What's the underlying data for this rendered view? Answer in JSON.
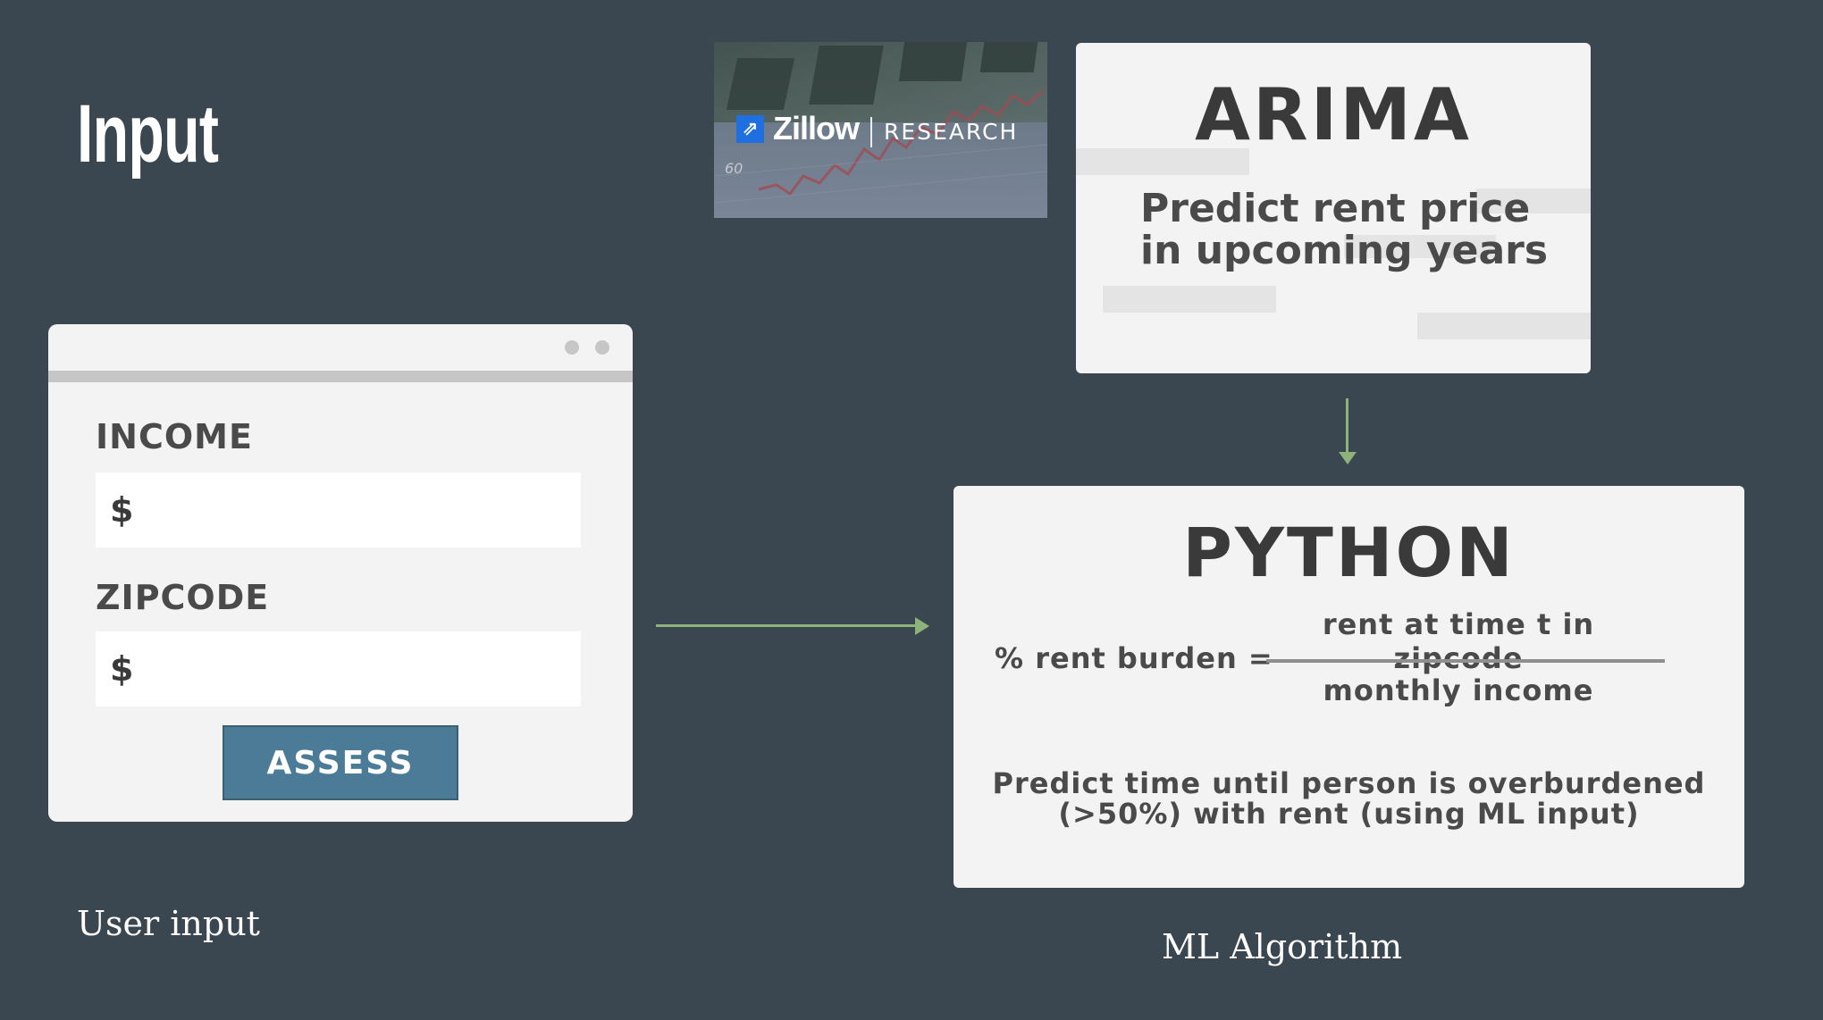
{
  "slide": {
    "title": "Input"
  },
  "form": {
    "income_label": "INCOME",
    "income_placeholder": "$",
    "zipcode_label": "ZIPCODE",
    "zipcode_placeholder": "$",
    "assess_label": "ASSESS"
  },
  "zillow": {
    "brand": "Zillow",
    "research": "RESEARCH",
    "chart_tick": "60"
  },
  "arima": {
    "title": "ARIMA",
    "description_line1": "Predict rent price",
    "description_line2": "in upcoming years"
  },
  "python": {
    "title": "PYTHON",
    "formula_lhs": "% rent burden =",
    "numerator": "rent at time t in zipcode",
    "denominator": "monthly income",
    "description_line1": "Predict time until person is overburdened",
    "description_line2": "(>50%) with rent (using ML input)"
  },
  "captions": {
    "user_input": "User input",
    "ml_algorithm": "ML Algorithm"
  },
  "colors": {
    "background": "#3b4750",
    "card": "#f3f3f3",
    "arrow": "#8db37a",
    "button": "#4b7b96",
    "zillow_blue": "#1f6fe0"
  }
}
